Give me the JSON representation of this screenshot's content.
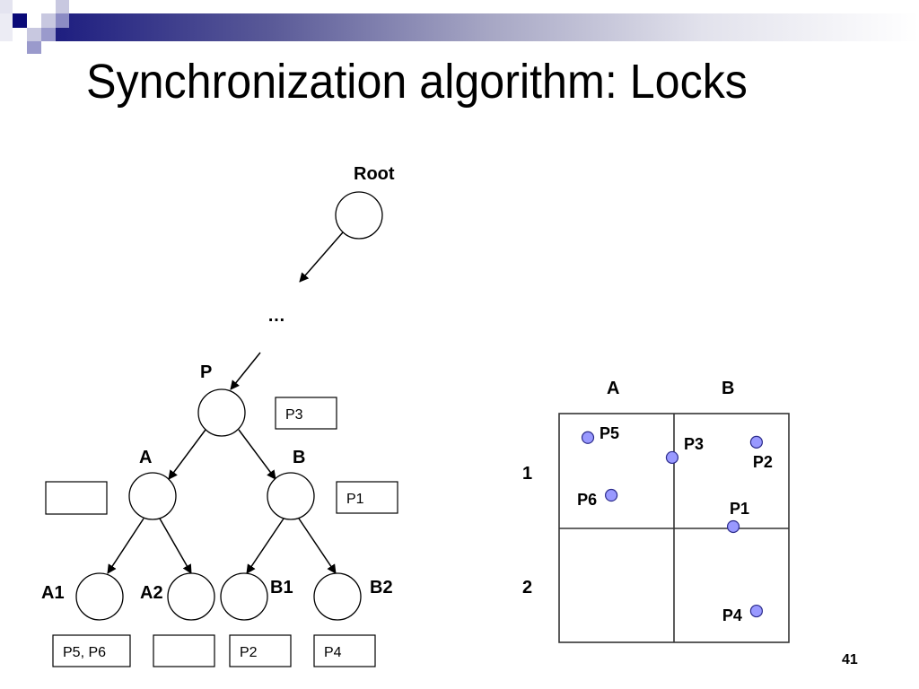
{
  "slide": {
    "title": "Synchronization algorithm: Locks",
    "page_number": "41",
    "colors": {
      "accent_dark": "#1a1a7a",
      "accent_mid": "#8888c0",
      "accent_light": "#c8c8e4",
      "point_fill": "#9999ff",
      "point_stroke": "#2a2a8a"
    }
  },
  "tree": {
    "ellipsis": "…",
    "nodes": [
      {
        "id": "root",
        "label": "Root"
      },
      {
        "id": "P",
        "label": "P",
        "lock": "P3"
      },
      {
        "id": "A",
        "label": "A",
        "lock": ""
      },
      {
        "id": "B",
        "label": "B",
        "lock": "P1"
      },
      {
        "id": "A1",
        "label": "A1",
        "lock": "P5, P6"
      },
      {
        "id": "A2",
        "label": "A2",
        "lock": ""
      },
      {
        "id": "B1",
        "label": "B1",
        "lock": "P2"
      },
      {
        "id": "B2",
        "label": "B2",
        "lock": "P4"
      }
    ],
    "edges": [
      [
        "root",
        "…"
      ],
      [
        "…",
        "P"
      ],
      [
        "P",
        "A"
      ],
      [
        "P",
        "B"
      ],
      [
        "A",
        "A1"
      ],
      [
        "A",
        "A2"
      ],
      [
        "B",
        "B1"
      ],
      [
        "B",
        "B2"
      ]
    ]
  },
  "grid": {
    "column_labels": [
      "A",
      "B"
    ],
    "row_labels": [
      "1",
      "2"
    ],
    "points": [
      {
        "label": "P5",
        "col": "A",
        "row": "1",
        "fx": 0.125,
        "fy": 0.105
      },
      {
        "label": "P3",
        "col": "A|B",
        "row": "1",
        "fx": 0.492,
        "fy": 0.192
      },
      {
        "label": "P2",
        "col": "B",
        "row": "1",
        "fx": 0.859,
        "fy": 0.125
      },
      {
        "label": "P6",
        "col": "A",
        "row": "1",
        "fx": 0.227,
        "fy": 0.357
      },
      {
        "label": "P1",
        "col": "B",
        "row": "1|2",
        "fx": 0.758,
        "fy": 0.494
      },
      {
        "label": "P4",
        "col": "B",
        "row": "2",
        "fx": 0.859,
        "fy": 0.863
      }
    ]
  }
}
